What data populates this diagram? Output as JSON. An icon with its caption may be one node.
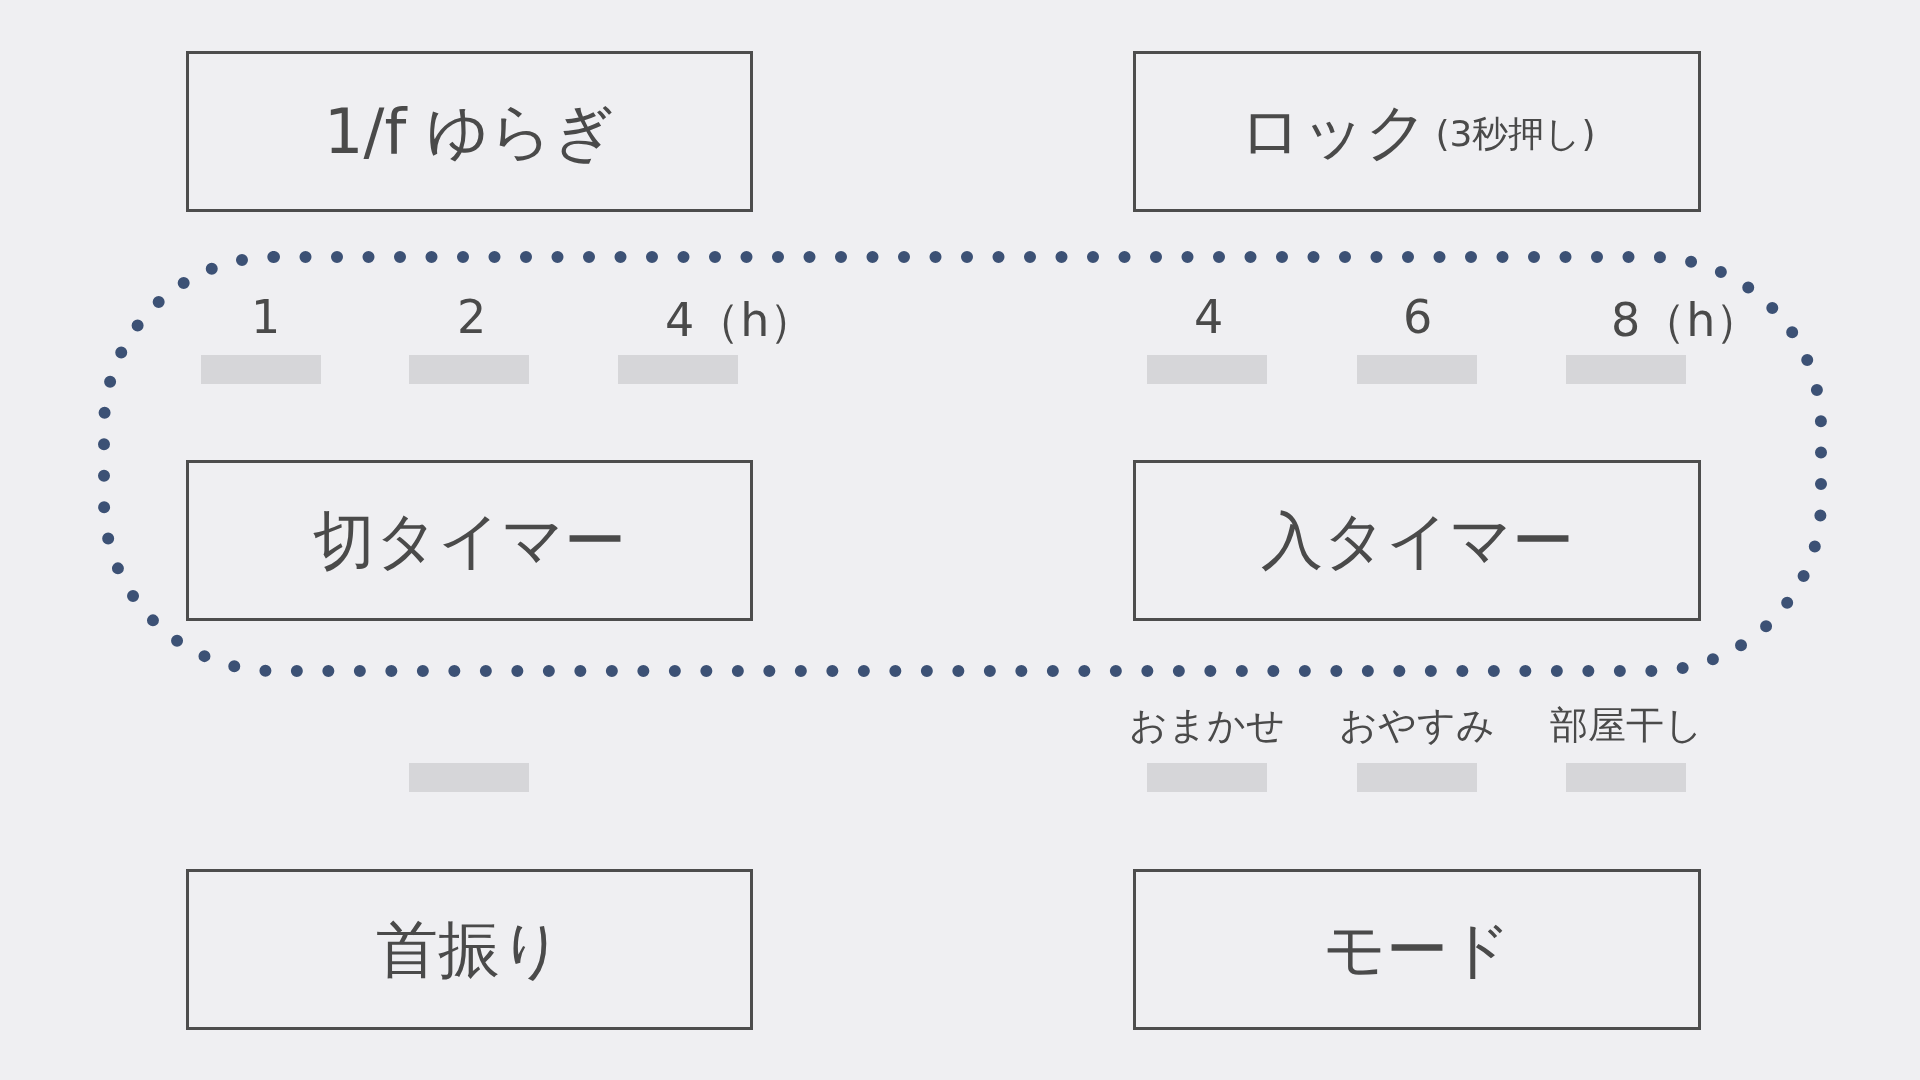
{
  "diagram": {
    "nodes": [
      {
        "text": [
          "1/f ゆらぎ"
        ]
      },
      {
        "text": [
          "ロック",
          "(3秒押し)"
        ]
      },
      {
        "text": [],
        "shape": "box"
      },
      {
        "text": [],
        "shape": "bar",
        "in": 2
      },
      {
        "text": [],
        "shape": "bar",
        "in": 2
      },
      {
        "text": [],
        "shape": "bar",
        "in": 2
      },
      {
        "text": [],
        "shape": "bar",
        "in": 2
      },
      {
        "text": [],
        "shape": "bar",
        "in": 2
      },
      {
        "text": [],
        "shape": "bar",
        "in": 2
      },
      {
        "text": [
          "切タイマー"
        ],
        "in": 2
      },
      {
        "text": [
          "入タイマー"
        ],
        "in": 2
      },
      {
        "text": [],
        "shape": "bar"
      },
      {
        "text": [],
        "shape": "bar"
      },
      {
        "text": [],
        "shape": "bar"
      },
      {
        "text": [],
        "shape": "bar"
      },
      {
        "text": [
          "首振り"
        ]
      },
      {
        "text": [
          "モード"
        ]
      }
    ],
    "labels": [
      "1",
      "2",
      "4（h）",
      "4",
      "6",
      "8（h）",
      "おまかせ",
      "おやすみ",
      "部屋干し"
    ]
  }
}
